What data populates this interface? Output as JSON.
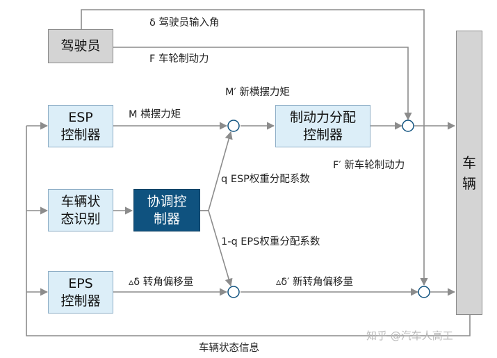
{
  "boxes": {
    "driver": "驾驶员",
    "esp_controller": "ESP\n控制器",
    "vehicle_state": "车辆状\n态识别",
    "coordinator": "协调控\n制器",
    "eps_controller": "EPS\n控制器",
    "brake_allocator": "制动力分配\n控制器",
    "vehicle": "车\n辆"
  },
  "labels": {
    "steer_input": "δ 驾驶员输入角",
    "wheel_brake": "F 车轮制动力",
    "yaw_moment": "M 横摆力矩",
    "new_yaw_moment": "M′ 新横摆力矩",
    "new_wheel_brake": "F′ 新车轮制动力",
    "esp_weight": "q ESP权重分配系数",
    "eps_weight": "1-q EPS权重分配系数",
    "steer_offset": "▵δ 转角偏移量",
    "new_steer_offset": "▵δ′ 新转角偏移量",
    "state_info": "车辆状态信息"
  },
  "watermark": "知乎 @汽车人高工",
  "colors": {
    "line": "#8c8c8c",
    "light_box": "#dceef8",
    "gray_box": "#d4d4d4",
    "coordinator": "#0f527f"
  }
}
